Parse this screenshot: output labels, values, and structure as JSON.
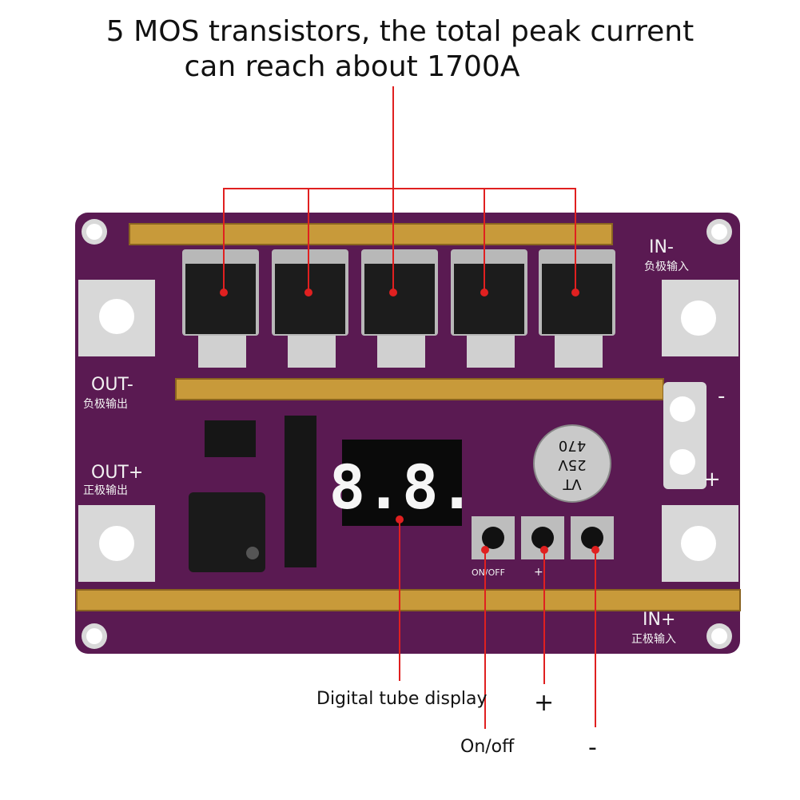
{
  "header": {
    "line1": "5 MOS transistors, the total peak current",
    "line2": "can reach about 1700A"
  },
  "board": {
    "silkscreen": {
      "in_minus": "IN-",
      "in_minus_cn": "负极输入",
      "out_minus": "OUT-",
      "out_minus_cn": "负极输出",
      "out_plus": "OUT+",
      "out_plus_cn": "正极输出",
      "in_plus": "IN+",
      "in_plus_cn": "正极输入",
      "on_off": "ON/OFF",
      "plus_small": "+"
    },
    "display_value": "8.8.",
    "capacitor": {
      "line1": "470",
      "line2": "25V",
      "line3": "VT"
    },
    "terminal_minus": "-",
    "terminal_plus": "+"
  },
  "annotations": {
    "display": "Digital tube display",
    "on_off": "On/off",
    "plus": "+",
    "minus": "-"
  },
  "colors": {
    "pcb": "#5a1a52",
    "pcb_dark": "#3c0f37",
    "copper_bar": "#c89a3a",
    "pad": "#d8d8d8",
    "leader": "#e02020"
  }
}
